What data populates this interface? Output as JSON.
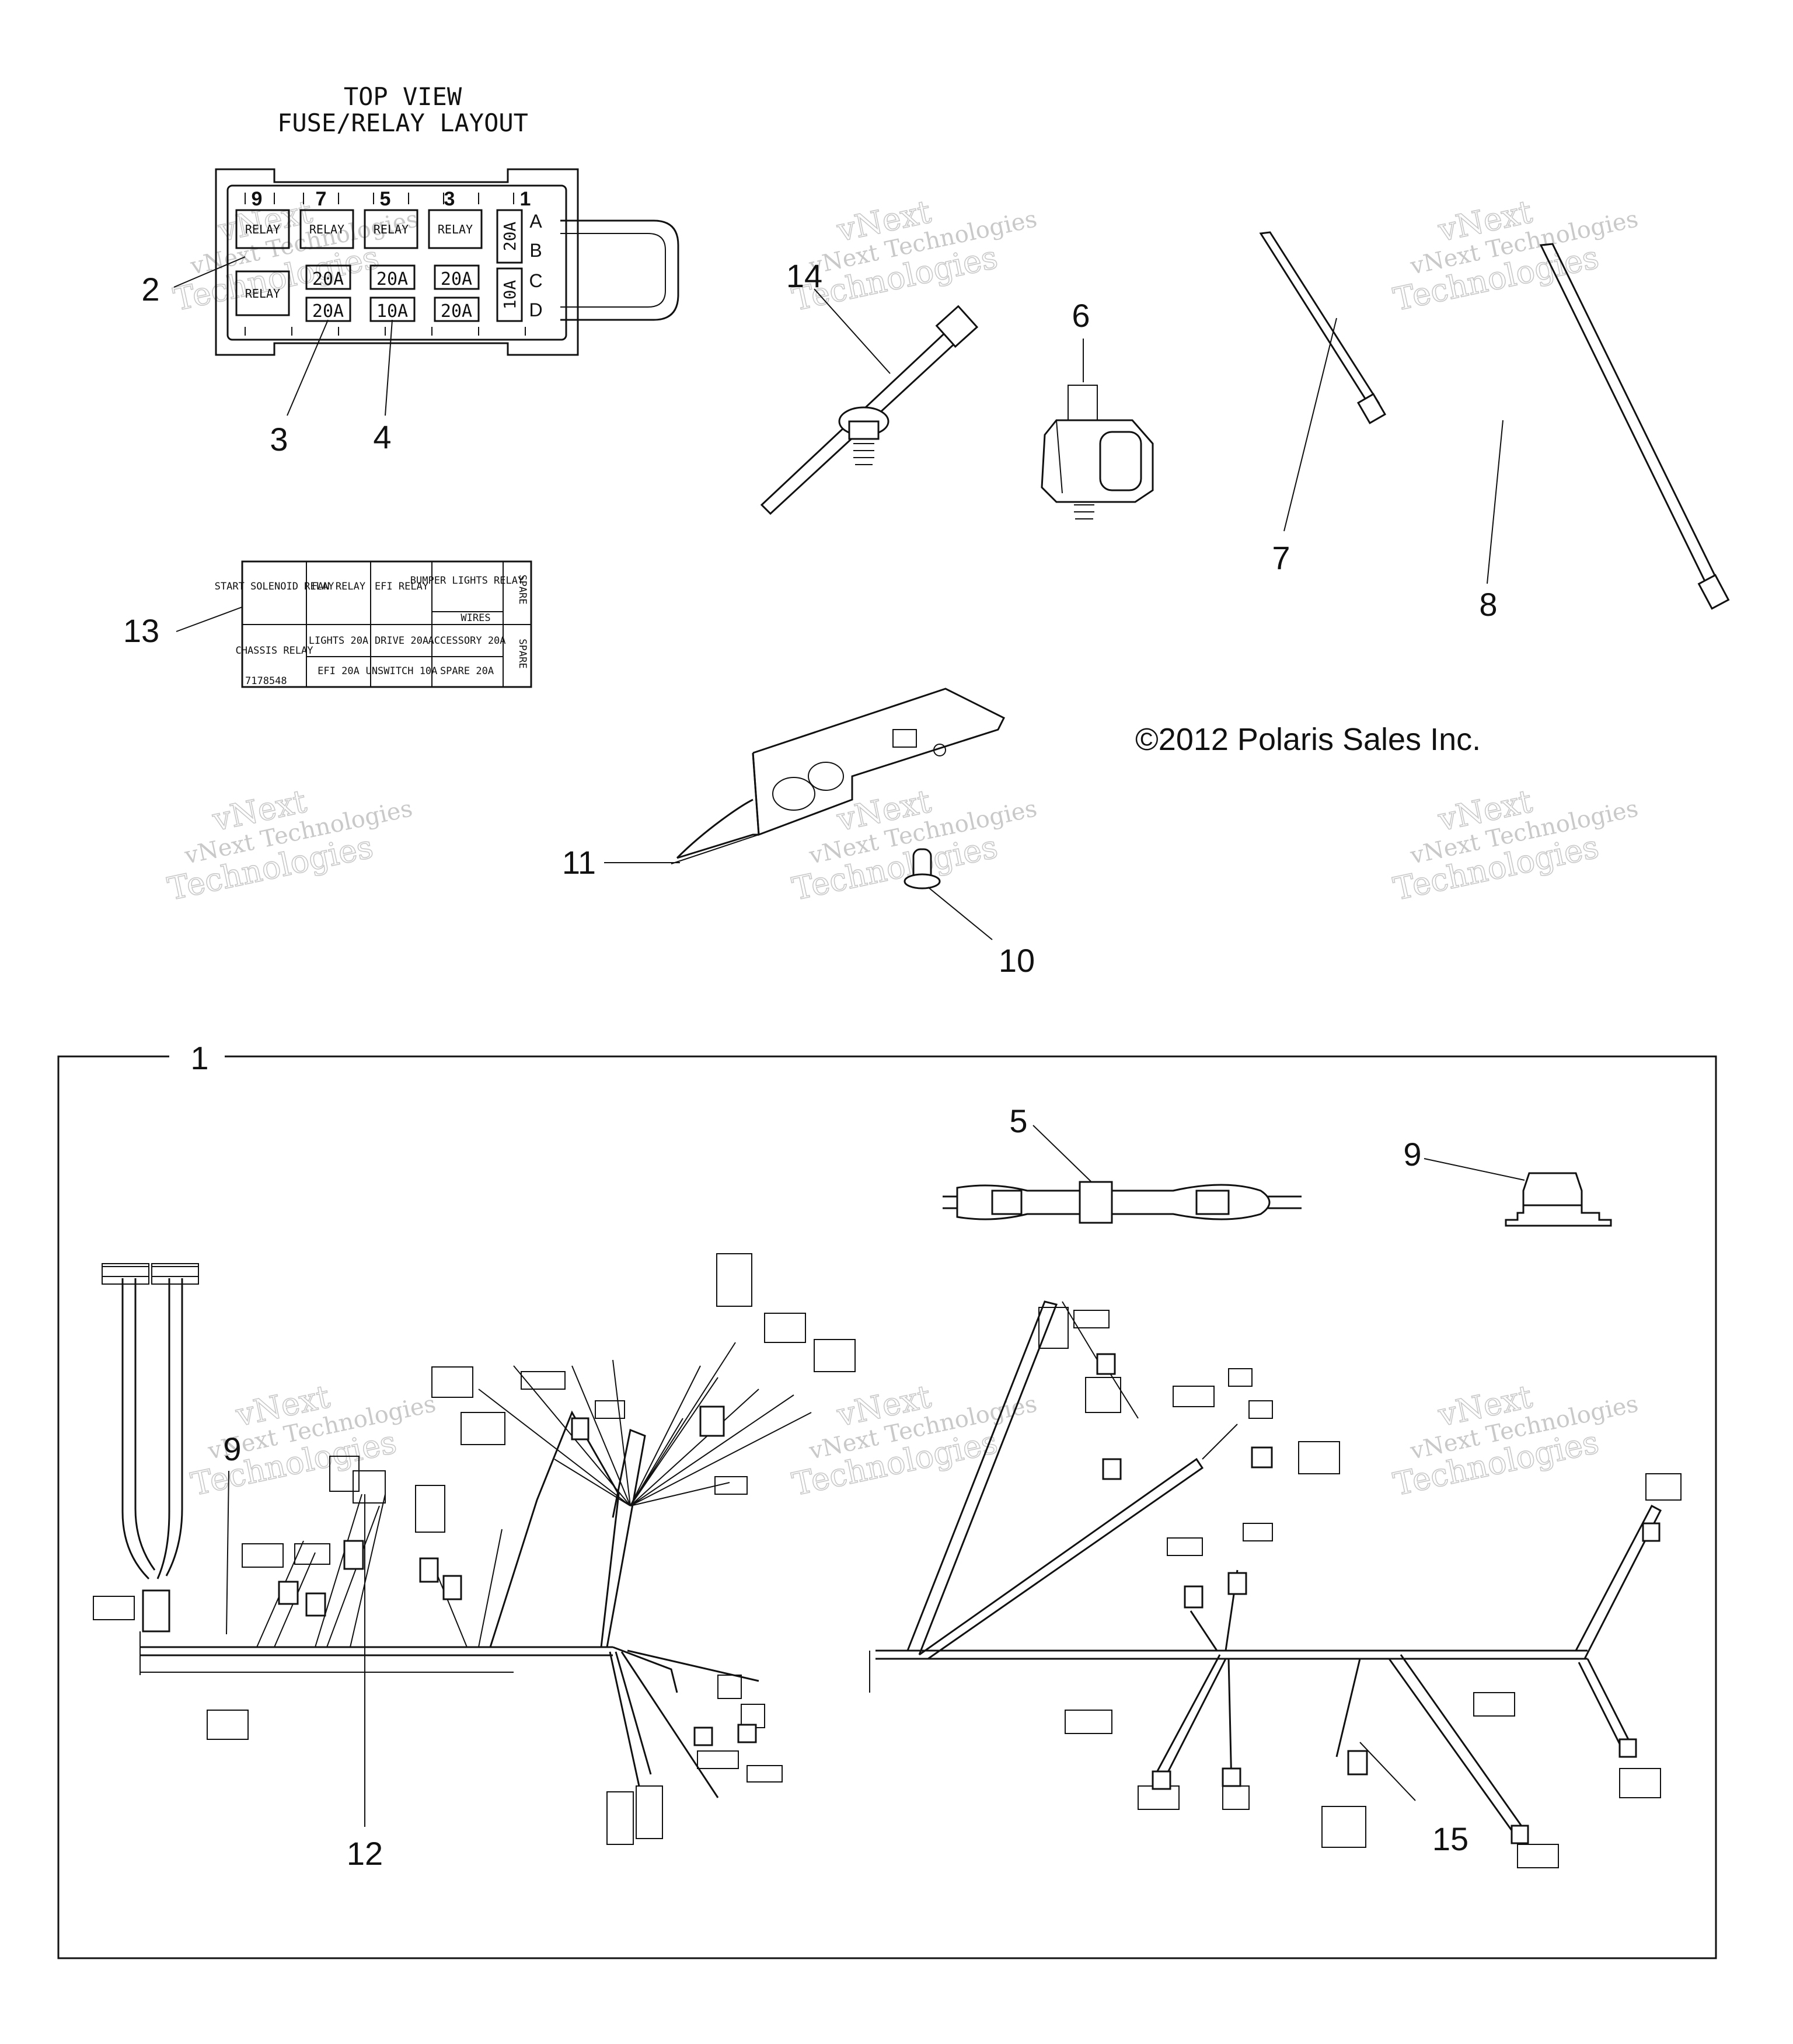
{
  "fuse_box": {
    "title_line1": "TOP VIEW",
    "title_line2": "FUSE/RELAY LAYOUT",
    "column_numbers": [
      "9",
      "7",
      "5",
      "3",
      "1"
    ],
    "row_letters": [
      "A",
      "B",
      "C",
      "D"
    ],
    "relay_label": "RELAY",
    "fuse_ratings_row1": [
      "20A",
      "20A",
      "20A"
    ],
    "fuse_ratings_row2": [
      "20A",
      "10A",
      "20A"
    ],
    "side_fuse_top": "20A",
    "side_fuse_bottom": "10A"
  },
  "decal": {
    "relays": [
      "START SOLENOID RELAY",
      "FAN RELAY",
      "EFI RELAY",
      "BUMPER LIGHTS RELAY"
    ],
    "chassis_relay": "CHASSIS RELAY",
    "fuses_top": [
      "LIGHTS 20A",
      "DRIVE 20A",
      "ACCESSORY 20A"
    ],
    "fuses_bottom": [
      "EFI 20A",
      "UNSWITCH 10A",
      "SPARE 20A"
    ],
    "wires": "WIRES",
    "part_number": "7178548",
    "side_top": "SPARE",
    "side_bottom": "SPARE"
  },
  "callouts": [
    "1",
    "2",
    "3",
    "4",
    "5",
    "6",
    "7",
    "8",
    "9",
    "9",
    "10",
    "11",
    "12",
    "13",
    "14",
    "15"
  ],
  "copyright": "©2012 Polaris Sales Inc.",
  "watermark": {
    "line1": "vNext Technologies",
    "line2": "Technologies",
    "line3": "vNext"
  },
  "colors": {
    "ink": "#111111",
    "watermark": "#c9c9c9",
    "background": "#ffffff"
  }
}
